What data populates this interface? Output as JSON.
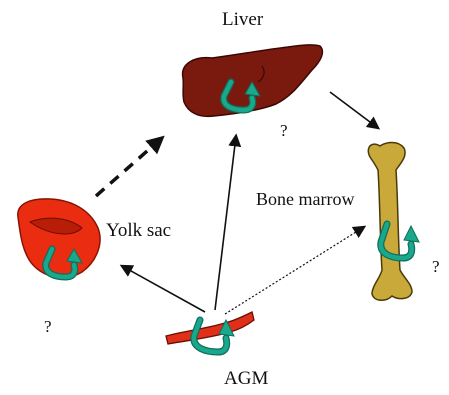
{
  "labels": {
    "liver": "Liver",
    "yolk_sac": "Yolk sac",
    "bone_marrow": "Bone marrow",
    "agm": "AGM"
  },
  "question_marks": {
    "liver": "?",
    "yolk_sac": "?",
    "bone_marrow": "?"
  },
  "colors": {
    "liver": "#7a1a0e",
    "yolk_sac": "#ea2c10",
    "bone": "#c9a93a",
    "agm_vessel": "#e0301a",
    "cycle_arrow": "#1aa88c",
    "arrows": "#111111"
  },
  "icons": [
    "cycle-arrow-icon"
  ]
}
